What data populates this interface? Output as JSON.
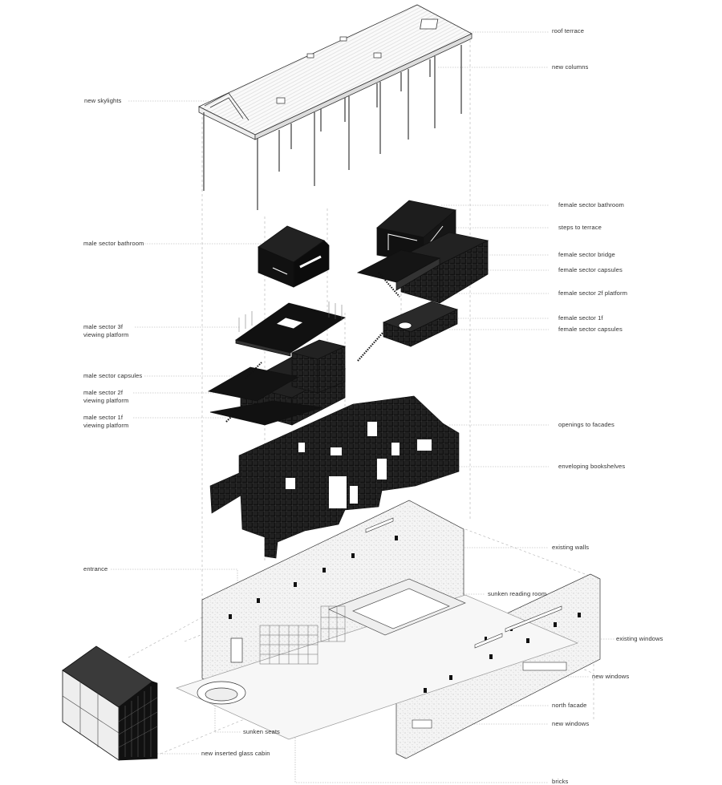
{
  "labels_left": {
    "new_skylights": "new skylights",
    "male_sector_bathroom": "male sector bathroom",
    "male_sector_3f_viewing_platform": [
      "male sector 3f",
      "viewing platform"
    ],
    "male_sector_capsules": "male sector capsules",
    "male_sector_2f_viewing_platform": [
      "male sector 2f",
      "viewing platform"
    ],
    "male_sector_1f_viewing_platform": [
      "male sector 1f",
      "viewing platform"
    ],
    "entrance": "entrance",
    "sunken_seats": "sunken seats",
    "new_inserted_glass_cabin": "new inserted glass cabin",
    "sunken_reading_room": "sunken reading room",
    "bricks": "bricks"
  },
  "labels_right": {
    "roof_terrace": "roof terrace",
    "new_columns": "new columns",
    "female_sector_bathroom": "female sector bathroom",
    "steps_to_terrace": "steps to terrace",
    "female_sector_bridge": "female sector bridge",
    "female_sector_capsules_upper": "female sector capsules",
    "female_sector_2f_platform": "female sector 2f platform",
    "female_sector_1f": "female sector 1f",
    "female_sector_capsules_lower": "female sector capsules",
    "openings_to_facades": "openings to facades",
    "enveloping_bookshelves": "enveloping bookshelves",
    "existing_walls": "existing walls",
    "existing_windows": "existing windows",
    "new_windows_upper": "new windows",
    "north_facade": "north facade",
    "new_windows_lower": "new windows"
  },
  "colors": {
    "ink": "#111111",
    "line": "#444444",
    "dashed": "#9a9a9a",
    "paper": "#ffffff",
    "stipple": "#e9e9e9"
  }
}
